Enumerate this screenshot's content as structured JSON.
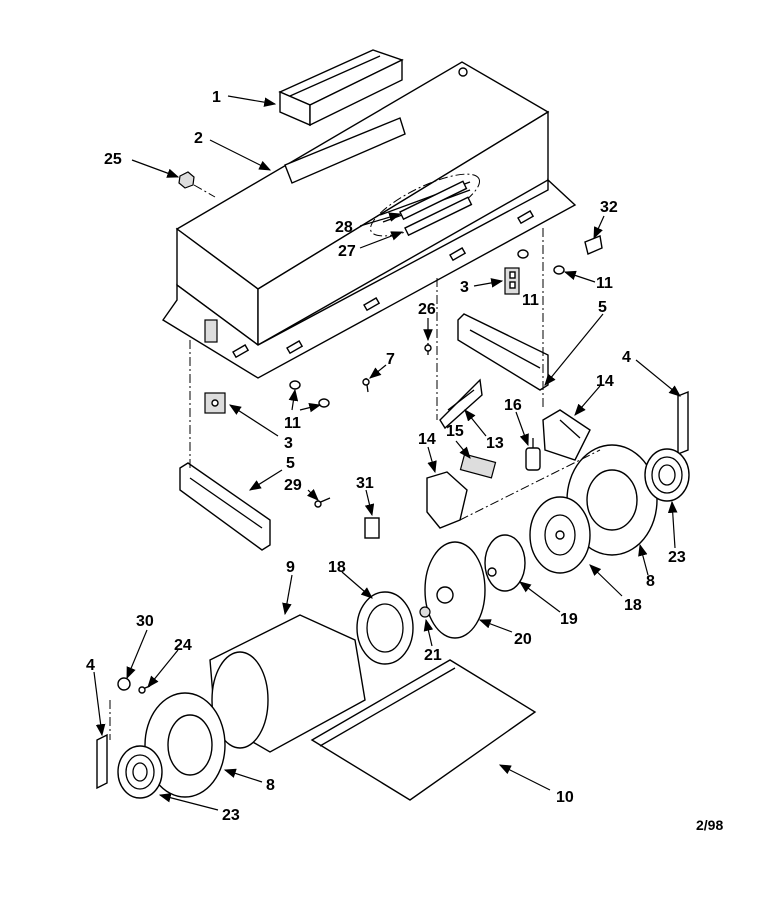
{
  "callouts": {
    "c1": "1",
    "c2": "2",
    "c25": "25",
    "c28": "28",
    "c27": "27",
    "c32": "32",
    "c11a": "11",
    "c3a": "3",
    "c11b": "11",
    "c5a": "5",
    "c26": "26",
    "c7": "7",
    "c4a": "4",
    "c14a": "14",
    "c11c": "11",
    "c3b": "3",
    "c16": "16",
    "c13": "13",
    "c15": "15",
    "c14b": "14",
    "c5b": "5",
    "c29": "29",
    "c31": "31",
    "c9": "9",
    "c18a": "18",
    "c19": "19",
    "c18b": "18",
    "c8a": "8",
    "c23a": "23",
    "c20": "20",
    "c21": "21",
    "c30": "30",
    "c24": "24",
    "c4b": "4",
    "c8b": "8",
    "c10": "10",
    "c23b": "23"
  },
  "date_code": "2/98"
}
